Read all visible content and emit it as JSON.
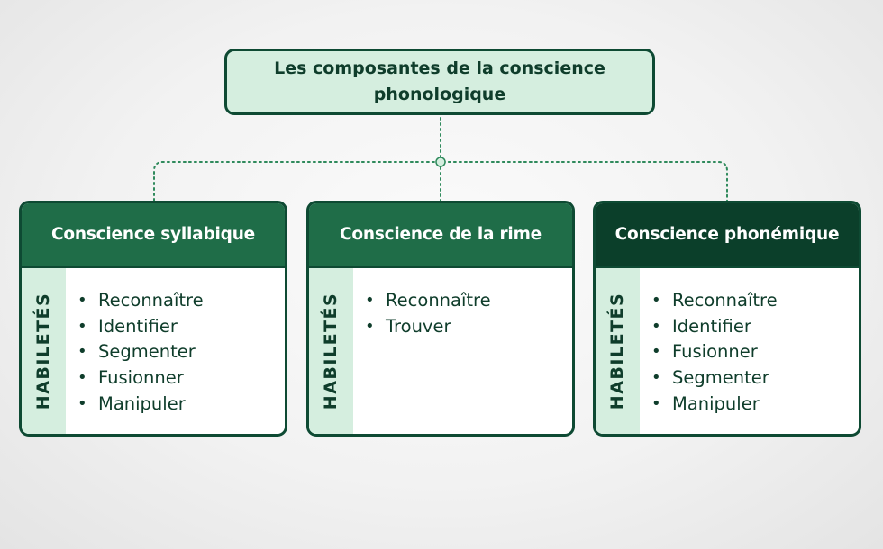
{
  "title": {
    "line1": "Les composantes de la conscience",
    "line2": "phonologique"
  },
  "colors": {
    "dark_green": "#0e4a33",
    "medium_green": "#1f6d48",
    "darkest_green": "#0b3f2a",
    "light_green": "#d5eedf",
    "connector": "#2f8a5c"
  },
  "cards": [
    {
      "title": "Conscience syllabique",
      "header_color": "#1f6d48",
      "side_label": "HABILETÉS",
      "skills": [
        "Reconnaître",
        "Identifier",
        "Segmenter",
        "Fusionner",
        "Manipuler"
      ]
    },
    {
      "title": "Conscience de la rime",
      "header_color": "#1f6d48",
      "side_label": "HABILETÉS",
      "skills": [
        "Reconnaître",
        "Trouver"
      ]
    },
    {
      "title": "Conscience phonémique",
      "header_color": "#0b3f2a",
      "side_label": "HABILETÉS",
      "skills": [
        "Reconnaître",
        "Identifier",
        "Fusionner",
        "Segmenter",
        "Manipuler"
      ]
    }
  ]
}
